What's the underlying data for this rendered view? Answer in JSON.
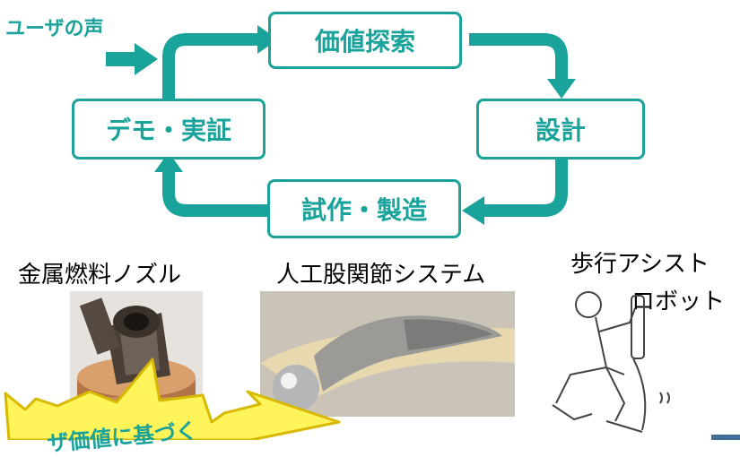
{
  "diagram": {
    "user_voice": "ユーザの声",
    "steps": {
      "value_search": "価値探索",
      "design": "設計",
      "prototype_manufacture": "試作・製造",
      "demo_validation": "デモ・実証"
    }
  },
  "examples": {
    "metal_fuel_nozzle": "金属燃料ノズル",
    "artificial_hip": "人工股関節システム",
    "walking_assist_line1": "歩行アシスト",
    "walking_assist_line2": "ロボット"
  },
  "callout": {
    "text": "ザ価値に基づく"
  },
  "colors": {
    "accent": "#1aa39a",
    "burst_fill": "#fff55a",
    "burst_stroke": "#d8b800"
  }
}
